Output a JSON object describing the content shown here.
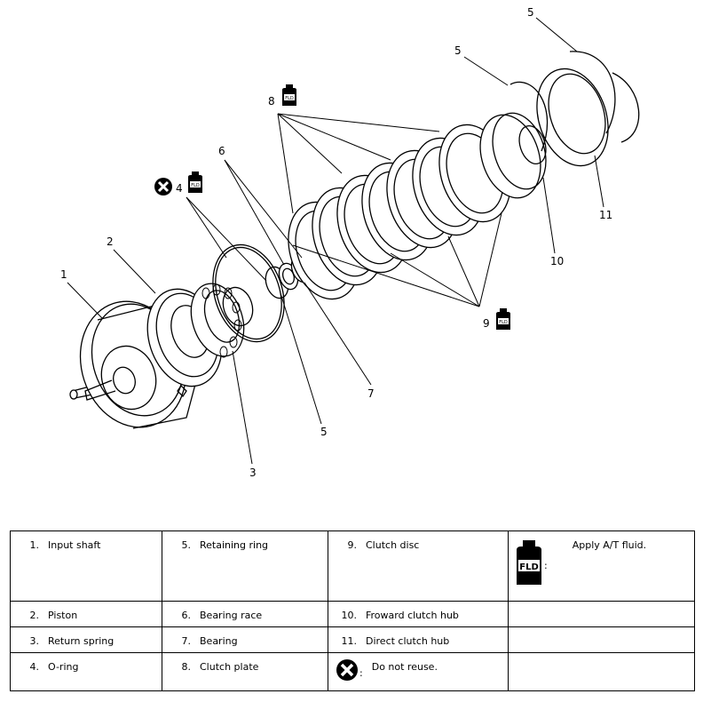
{
  "callouts": {
    "c1": "1",
    "c2": "2",
    "c3": "3",
    "c4": "4",
    "c5a": "5",
    "c5b": "5",
    "c5c": "5",
    "c6": "6",
    "c7": "7",
    "c8": "8",
    "c9": "9",
    "c10": "10",
    "c11": "11",
    "fld": "FLD"
  },
  "legend": {
    "rows": [
      [
        {
          "num": "1.",
          "label": "Input shaft"
        },
        {
          "num": "5.",
          "label": "Retaining ring"
        },
        {
          "num": "9.",
          "label": "Clutch disc"
        }
      ],
      [
        {
          "num": "2.",
          "label": "Piston"
        },
        {
          "num": "6.",
          "label": "Bearing race"
        },
        {
          "num": "10.",
          "label": "Froward clutch hub"
        }
      ],
      [
        {
          "num": "3.",
          "label": "Return spring"
        },
        {
          "num": "7.",
          "label": "Bearing"
        },
        {
          "num": "11.",
          "label": "Direct clutch hub"
        }
      ],
      [
        {
          "num": "4.",
          "label": "O-ring"
        },
        {
          "num": "8.",
          "label": "Clutch plate"
        }
      ]
    ],
    "fluid_symbol": {
      "icon": "fld-bottle-icon",
      "text": "FLD",
      "colon": ":",
      "label": "Apply A/T fluid."
    },
    "noreuse_symbol": {
      "icon": "do-not-reuse-icon",
      "colon": ":",
      "label": "Do not reuse."
    }
  }
}
